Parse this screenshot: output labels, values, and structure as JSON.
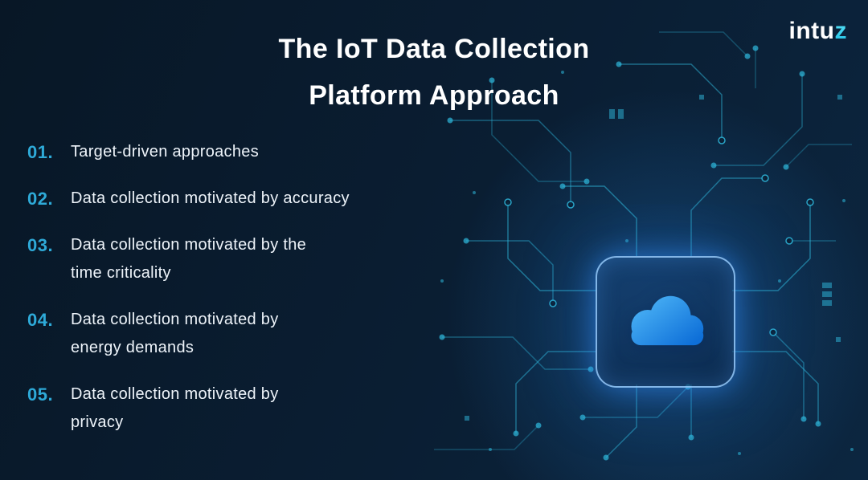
{
  "logo": {
    "text_white": "intu",
    "text_accent": "z"
  },
  "title": {
    "line1": "The IoT Data Collection",
    "line2": "Platform Approach"
  },
  "list": {
    "items": [
      {
        "number": "01.",
        "text": "Target-driven approaches"
      },
      {
        "number": "02.",
        "text": "Data collection motivated by accuracy"
      },
      {
        "number": "03.",
        "text": "Data collection motivated by the\ntime criticality"
      },
      {
        "number": "04.",
        "text": "Data collection motivated by\nenergy demands"
      },
      {
        "number": "05.",
        "text": "Data collection motivated by\nprivacy"
      }
    ]
  },
  "graphic": {
    "center_icon": "cloud-icon",
    "description": "circuit board with glowing chip outline"
  },
  "colors": {
    "background": "#0a1e33",
    "accent_cyan": "#2eaad8",
    "circuit_teal": "#2fb9dd",
    "cloud_blue": "#1f8ef0",
    "title_white": "#ffffff"
  }
}
